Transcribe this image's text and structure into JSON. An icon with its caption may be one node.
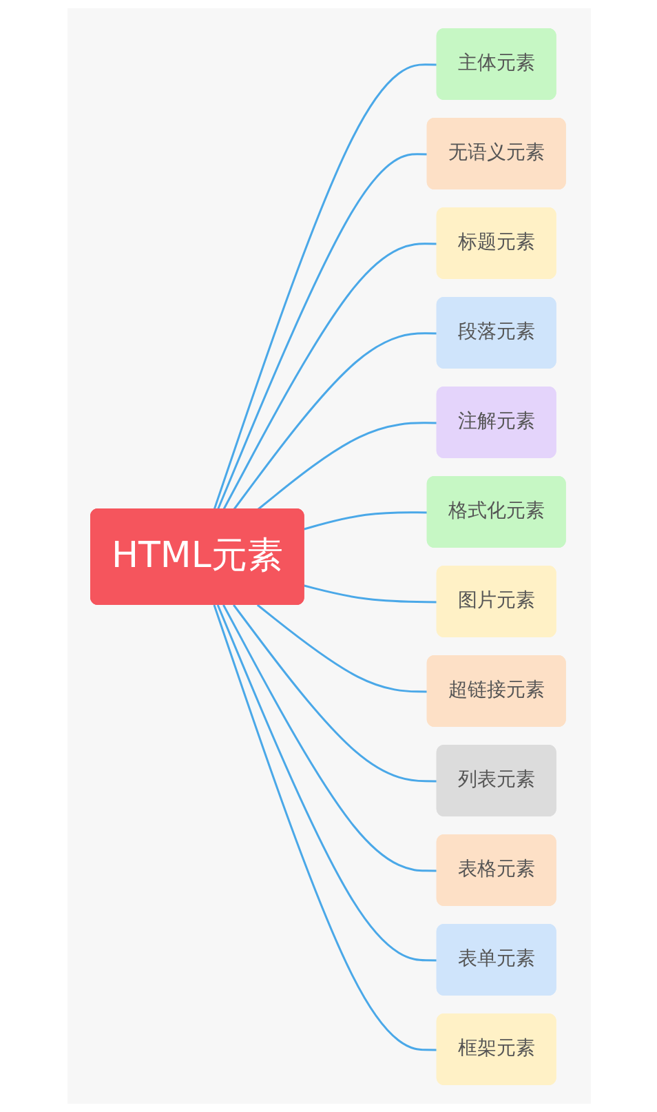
{
  "diagram": {
    "nodes": [
      {
        "text": [
          "HTML元素"
        ]
      },
      {
        "text": [
          "主体元素"
        ]
      },
      {
        "text": [
          "无语义元素"
        ]
      },
      {
        "text": [
          "标题元素"
        ]
      },
      {
        "text": [
          "段落元素"
        ]
      },
      {
        "text": [
          "注解元素"
        ]
      },
      {
        "text": [
          "格式化元素"
        ]
      },
      {
        "text": [
          "图片元素"
        ]
      },
      {
        "text": [
          "超链接元素"
        ]
      },
      {
        "text": [
          "列表元素"
        ]
      },
      {
        "text": [
          "表格元素"
        ]
      },
      {
        "text": [
          "表单元素"
        ]
      },
      {
        "text": [
          "框架元素"
        ]
      }
    ],
    "edges": [
      {
        "from": 0,
        "to": 1,
        "arrow": "none"
      },
      {
        "from": 0,
        "to": 2,
        "arrow": "none"
      },
      {
        "from": 0,
        "to": 3,
        "arrow": "none"
      },
      {
        "from": 0,
        "to": 4,
        "arrow": "none"
      },
      {
        "from": 0,
        "to": 5,
        "arrow": "none"
      },
      {
        "from": 0,
        "to": 6,
        "arrow": "none"
      },
      {
        "from": 0,
        "to": 7,
        "arrow": "none"
      },
      {
        "from": 0,
        "to": 8,
        "arrow": "none"
      },
      {
        "from": 0,
        "to": 9,
        "arrow": "none"
      },
      {
        "from": 0,
        "to": 10,
        "arrow": "none"
      },
      {
        "from": 0,
        "to": 11,
        "arrow": "none"
      },
      {
        "from": 0,
        "to": 12,
        "arrow": "none"
      }
    ]
  }
}
